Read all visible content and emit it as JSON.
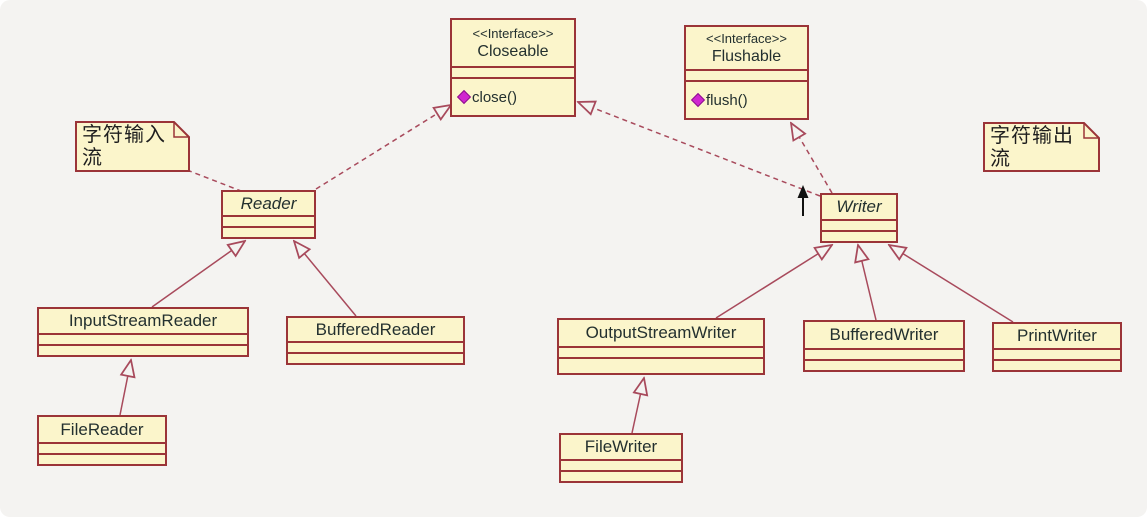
{
  "diagram_type": "uml-class-diagram",
  "interfaces": {
    "closeable": {
      "stereotype": "<<Interface>>",
      "name": "Closeable",
      "method": "close()"
    },
    "flushable": {
      "stereotype": "<<Interface>>",
      "name": "Flushable",
      "method": "flush()"
    }
  },
  "classes": {
    "reader": {
      "name": "Reader",
      "abstract": true
    },
    "writer": {
      "name": "Writer",
      "abstract": true
    },
    "input_stream_reader": {
      "name": "InputStreamReader"
    },
    "buffered_reader": {
      "name": "BufferedReader"
    },
    "file_reader": {
      "name": "FileReader"
    },
    "output_stream_writer": {
      "name": "OutputStreamWriter"
    },
    "buffered_writer": {
      "name": "BufferedWriter"
    },
    "print_writer": {
      "name": "PrintWriter"
    },
    "file_writer": {
      "name": "FileWriter"
    }
  },
  "notes": {
    "left": {
      "text": "字符输入流"
    },
    "right": {
      "text": "字符输出流"
    }
  },
  "relationships": [
    {
      "type": "realization",
      "from": "Reader",
      "to": "Closeable"
    },
    {
      "type": "realization",
      "from": "Writer",
      "to": "Closeable"
    },
    {
      "type": "realization",
      "from": "Writer",
      "to": "Flushable"
    },
    {
      "type": "generalization",
      "from": "InputStreamReader",
      "to": "Reader"
    },
    {
      "type": "generalization",
      "from": "BufferedReader",
      "to": "Reader"
    },
    {
      "type": "generalization",
      "from": "FileReader",
      "to": "InputStreamReader"
    },
    {
      "type": "generalization",
      "from": "OutputStreamWriter",
      "to": "Writer"
    },
    {
      "type": "generalization",
      "from": "BufferedWriter",
      "to": "Writer"
    },
    {
      "type": "generalization",
      "from": "PrintWriter",
      "to": "Writer"
    },
    {
      "type": "generalization",
      "from": "FileWriter",
      "to": "OutputStreamWriter"
    },
    {
      "type": "note-anchor",
      "from": "note-left",
      "to": "Reader"
    }
  ],
  "colors": {
    "background": "#f4f3f1",
    "box_fill": "#fbf5cb",
    "box_border": "#9b3438",
    "connector": "#a84a5c",
    "method_icon": "#d026d0",
    "text": "#23302f"
  }
}
